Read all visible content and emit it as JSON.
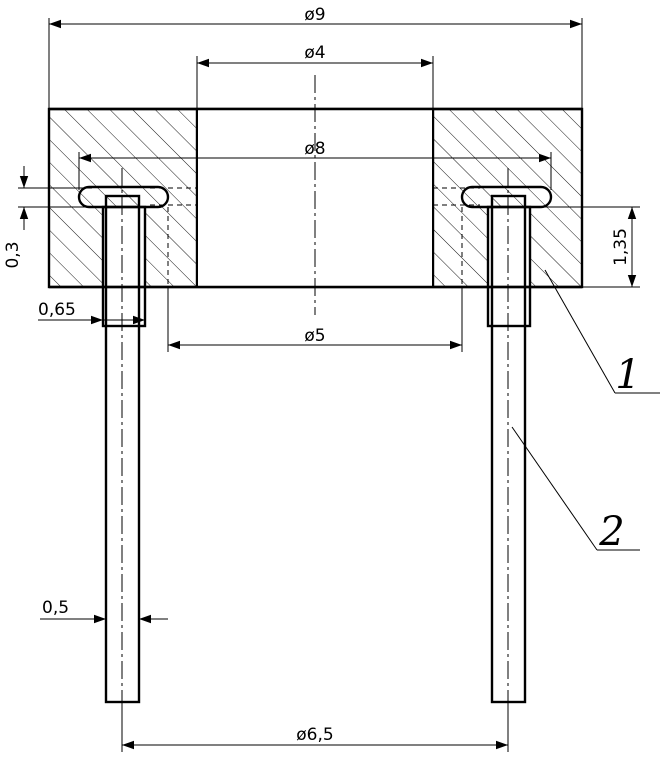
{
  "dimensions": {
    "outer_diameter": "ø9",
    "bore_diameter": "ø4",
    "pin_head_span": "ø8",
    "counterbore_span": "ø5",
    "pin_spacing": "ø6,5",
    "head_thickness": "0,3",
    "body_height": "1,35",
    "sleeve_width": "0,65",
    "pin_diameter": "0,5"
  },
  "callouts": {
    "part_1": "1",
    "part_2": "2"
  },
  "colors": {
    "line": "#000000",
    "background": "#ffffff"
  }
}
